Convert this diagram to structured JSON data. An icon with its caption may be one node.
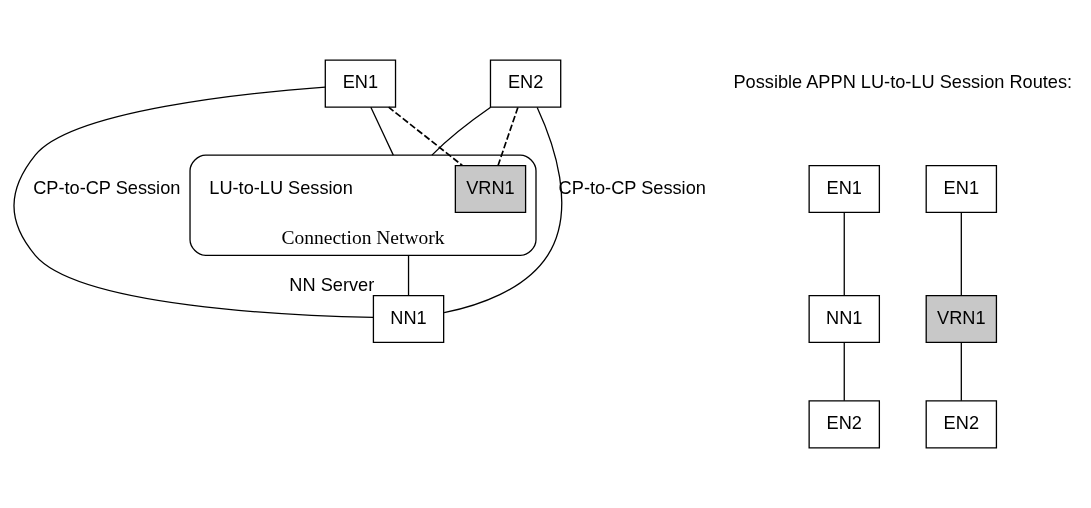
{
  "diagram": {
    "nodes": [
      {
        "text": [
          "EN1"
        ]
      },
      {
        "text": [
          "EN2"
        ]
      },
      {
        "text": [
          "Connection Network"
        ]
      },
      {
        "text": [
          "VRN1"
        ],
        "in": 2
      },
      {
        "text": [
          "NN1"
        ],
        "beside": [
          "NN Server"
        ]
      },
      {
        "text": [
          "EN1"
        ]
      },
      {
        "text": [
          "NN1"
        ]
      },
      {
        "text": [
          "EN2"
        ]
      },
      {
        "text": [
          "EN1"
        ]
      },
      {
        "text": [
          "VRN1"
        ]
      },
      {
        "text": [
          "EN2"
        ]
      }
    ],
    "edges": [
      {
        "from": 0,
        "to": 2,
        "arrow": "none"
      },
      {
        "from": 1,
        "to": 2,
        "arrow": "none"
      },
      {
        "from": 2,
        "to": 4,
        "arrow": "none"
      },
      {
        "from": 0,
        "to": 4,
        "arrow": "none",
        "label": "CP-to-CP Session"
      },
      {
        "from": 1,
        "to": 4,
        "arrow": "none",
        "label": "CP-to-CP Session"
      },
      {
        "from": 0,
        "to": 3,
        "arrow": "none",
        "style": "dashed"
      },
      {
        "from": 3,
        "to": 1,
        "arrow": "none",
        "style": "dashed"
      },
      {
        "from": 5,
        "to": 6,
        "arrow": "none"
      },
      {
        "from": 6,
        "to": 7,
        "arrow": "none"
      },
      {
        "from": 8,
        "to": 9,
        "arrow": "none"
      },
      {
        "from": 9,
        "to": 10,
        "arrow": "none"
      }
    ],
    "labels": [
      "Possible APPN LU-to-LU Session Routes:",
      "LU-to-LU Session"
    ]
  }
}
